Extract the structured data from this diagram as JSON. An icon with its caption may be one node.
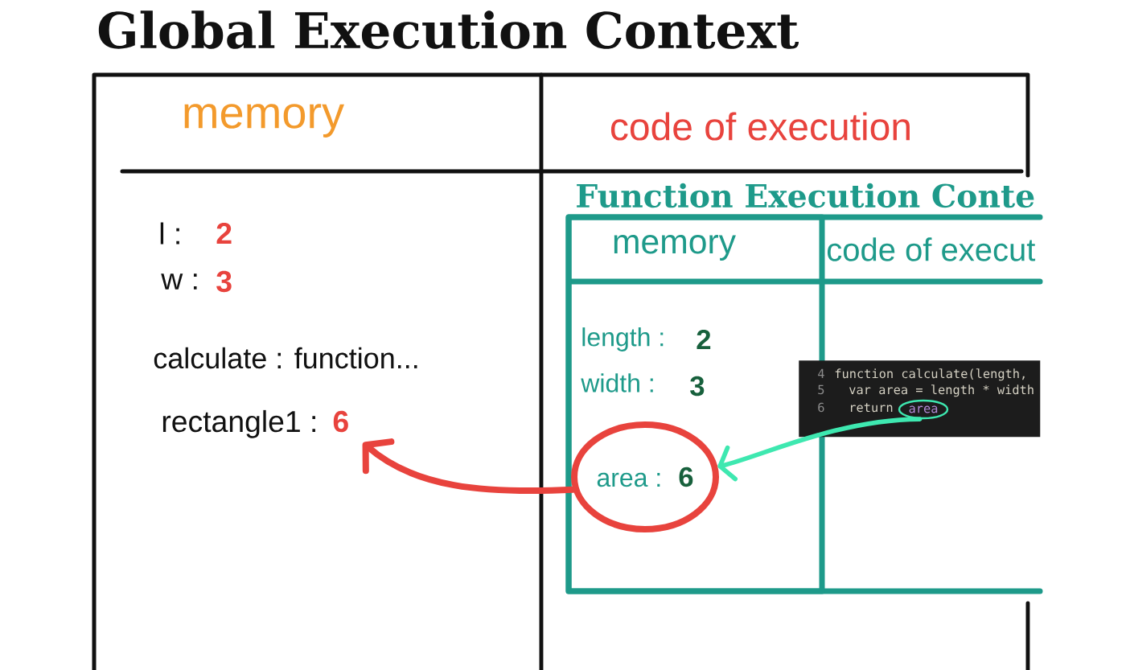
{
  "diagram": {
    "title": "Global Execution Context",
    "nodes": [
      {
        "text": [
          "memory"
        ]
      },
      {
        "text": [
          "rectangle1 :",
          "6"
        ],
        "in": 0
      },
      {
        "text": [
          "code of execution"
        ]
      },
      {
        "text": [
          "Function Execution Conte"
        ],
        "in": 2
      },
      {
        "text": [
          "memory"
        ],
        "in": 3
      },
      {
        "text": [
          "area :",
          "6"
        ],
        "in": 4
      },
      {
        "text": [
          "code of execut"
        ],
        "in": 3
      },
      {
        "text": [
          "4",
          "function calculate(length,",
          "5",
          "var area = length * width",
          "6",
          "return"
        ],
        "in": 3
      },
      {
        "text": [
          "area"
        ],
        "in": 7
      }
    ],
    "edges": [
      {
        "from": 8,
        "to": 5,
        "arrow": "to",
        "color": "#3ee8b0"
      },
      {
        "from": 5,
        "to": 1,
        "arrow": "to",
        "color": "#e8433d"
      }
    ],
    "labels": [
      "l :",
      "2",
      "w :",
      "3",
      "calculate : function...",
      "length :",
      "2",
      "width :",
      "3"
    ]
  }
}
